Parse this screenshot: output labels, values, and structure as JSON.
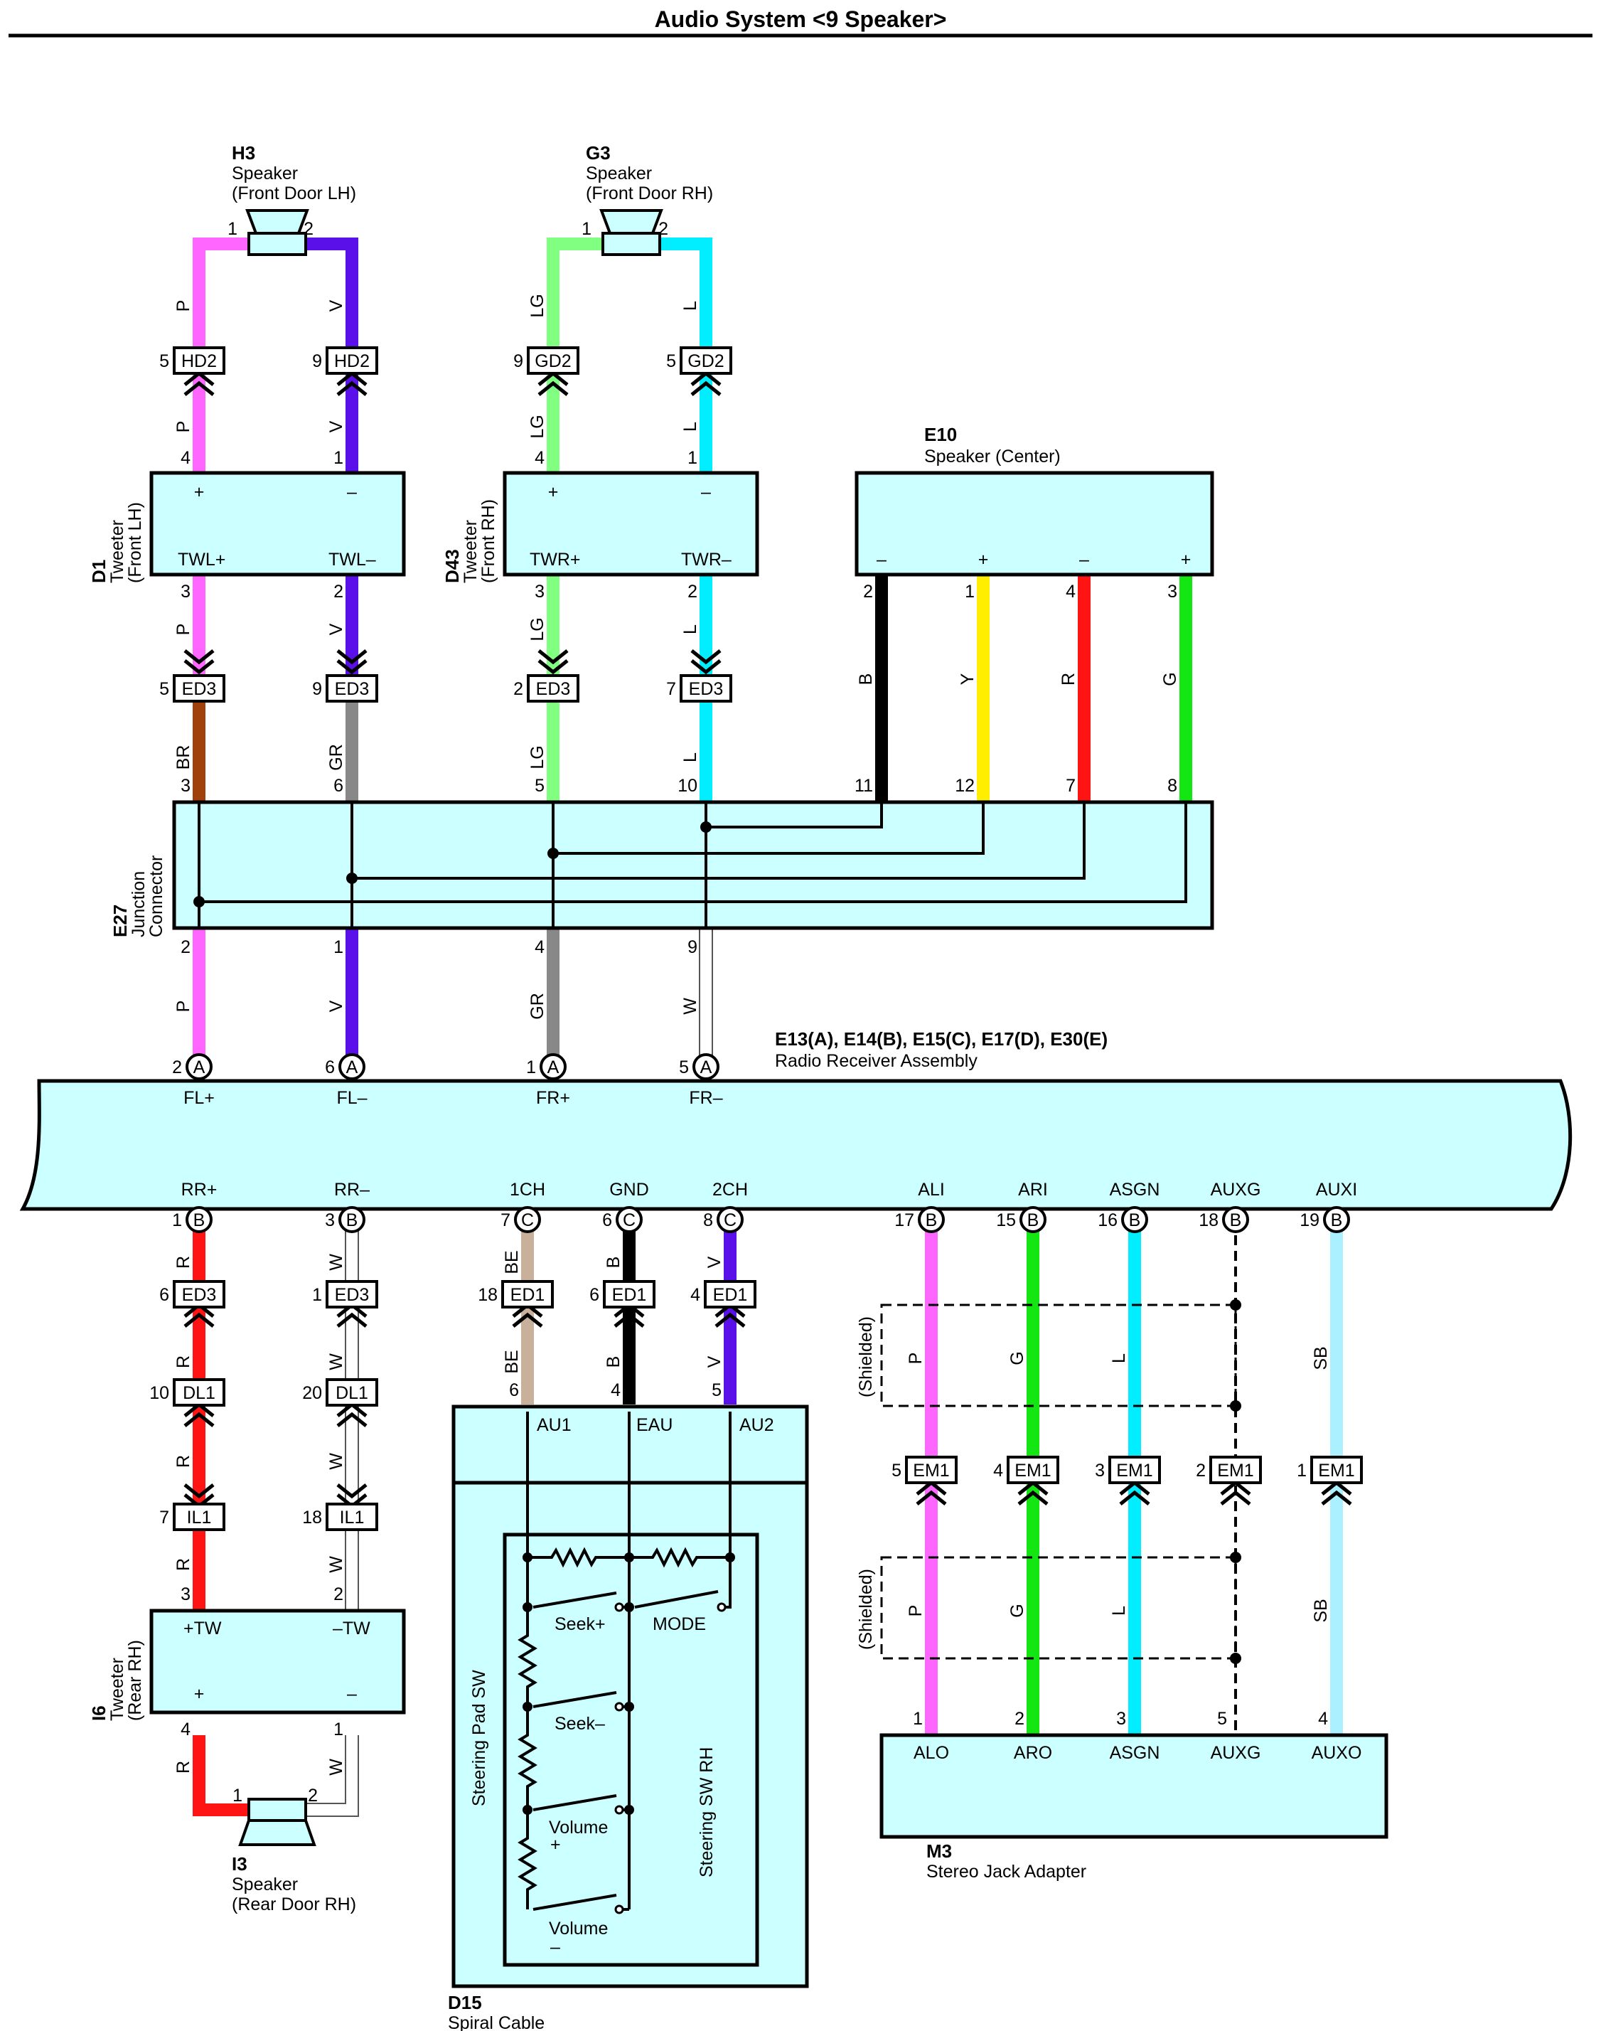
{
  "title": "Audio System <9 Speaker>",
  "colors": {
    "P": "#ff66ff",
    "V": "#5a10e8",
    "LG": "#80ff80",
    "L": "#00eeff",
    "BR": "#a0400a",
    "GR": "#888888",
    "B": "#000000",
    "Y": "#ffee00",
    "R": "#ff1414",
    "G": "#14e614",
    "W": "#ffffff",
    "BE": "#c8b09a",
    "SB": "#aaf0ff",
    "box_fill": "#ccffff"
  },
  "components": {
    "h3": {
      "id": "H3",
      "name": "Speaker",
      "sub": "(Front Door LH)"
    },
    "g3": {
      "id": "G3",
      "name": "Speaker",
      "sub": "(Front Door RH)"
    },
    "e10": {
      "id": "E10",
      "name": "Speaker (Center)"
    },
    "d1": {
      "id": "D1",
      "name": "Tweeter",
      "sub": "(Front LH)",
      "pins": [
        "TWL+",
        "TWL–"
      ]
    },
    "d43": {
      "id": "D43",
      "name": "Tweeter",
      "sub": "(Front RH)",
      "pins": [
        "TWR+",
        "TWR–"
      ]
    },
    "e27": {
      "id": "E27",
      "name": "Junction",
      "sub": "Connector"
    },
    "radio": {
      "id": "E13(A), E14(B), E15(C), E17(D), E30(E)",
      "name": "Radio Receiver Assembly"
    },
    "i6": {
      "id": "I6",
      "name": "Tweeter",
      "sub": "(Rear RH)",
      "pins": [
        "+TW",
        "–TW"
      ]
    },
    "i3": {
      "id": "I3",
      "name": "Speaker",
      "sub": "(Rear Door RH)"
    },
    "d15": {
      "id": "D15",
      "name": "Spiral Cable",
      "pins": [
        "AU1",
        "EAU",
        "AU2"
      ]
    },
    "steering_pad": {
      "label": "Steering Pad SW"
    },
    "steering_rh": {
      "label": "Steering SW RH"
    },
    "switches": [
      "Seek+",
      "MODE",
      "Seek–",
      "Volume",
      "+",
      "Volume",
      "–"
    ],
    "m3": {
      "id": "M3",
      "name": "Stereo Jack Adapter",
      "pins": [
        "ALO",
        "ARO",
        "ASGN",
        "AUXG",
        "AUXO"
      ]
    }
  },
  "radio_terminals": {
    "top": [
      "FL+",
      "FL–",
      "FR+",
      "FR–"
    ],
    "bottom": [
      "RR+",
      "RR–",
      "1CH",
      "GND",
      "2CH",
      "ALI",
      "ARI",
      "ASGN",
      "AUXG",
      "AUXI"
    ]
  },
  "connector_labels": [
    "HD2",
    "GD2",
    "ED3",
    "ED1",
    "DL1",
    "IL1",
    "EM1"
  ],
  "connector_letters": [
    "A",
    "B",
    "C"
  ],
  "pin_numbers": [
    "1",
    "2",
    "3",
    "4",
    "5",
    "6",
    "7",
    "8",
    "9",
    "10",
    "11",
    "12",
    "15",
    "16",
    "17",
    "18",
    "19",
    "20"
  ],
  "wire_codes": [
    "P",
    "V",
    "LG",
    "L",
    "BR",
    "GR",
    "B",
    "Y",
    "R",
    "G",
    "W",
    "BE",
    "SB"
  ],
  "shielded_label": "(Shielded)",
  "polarity": [
    "+",
    "–"
  ]
}
